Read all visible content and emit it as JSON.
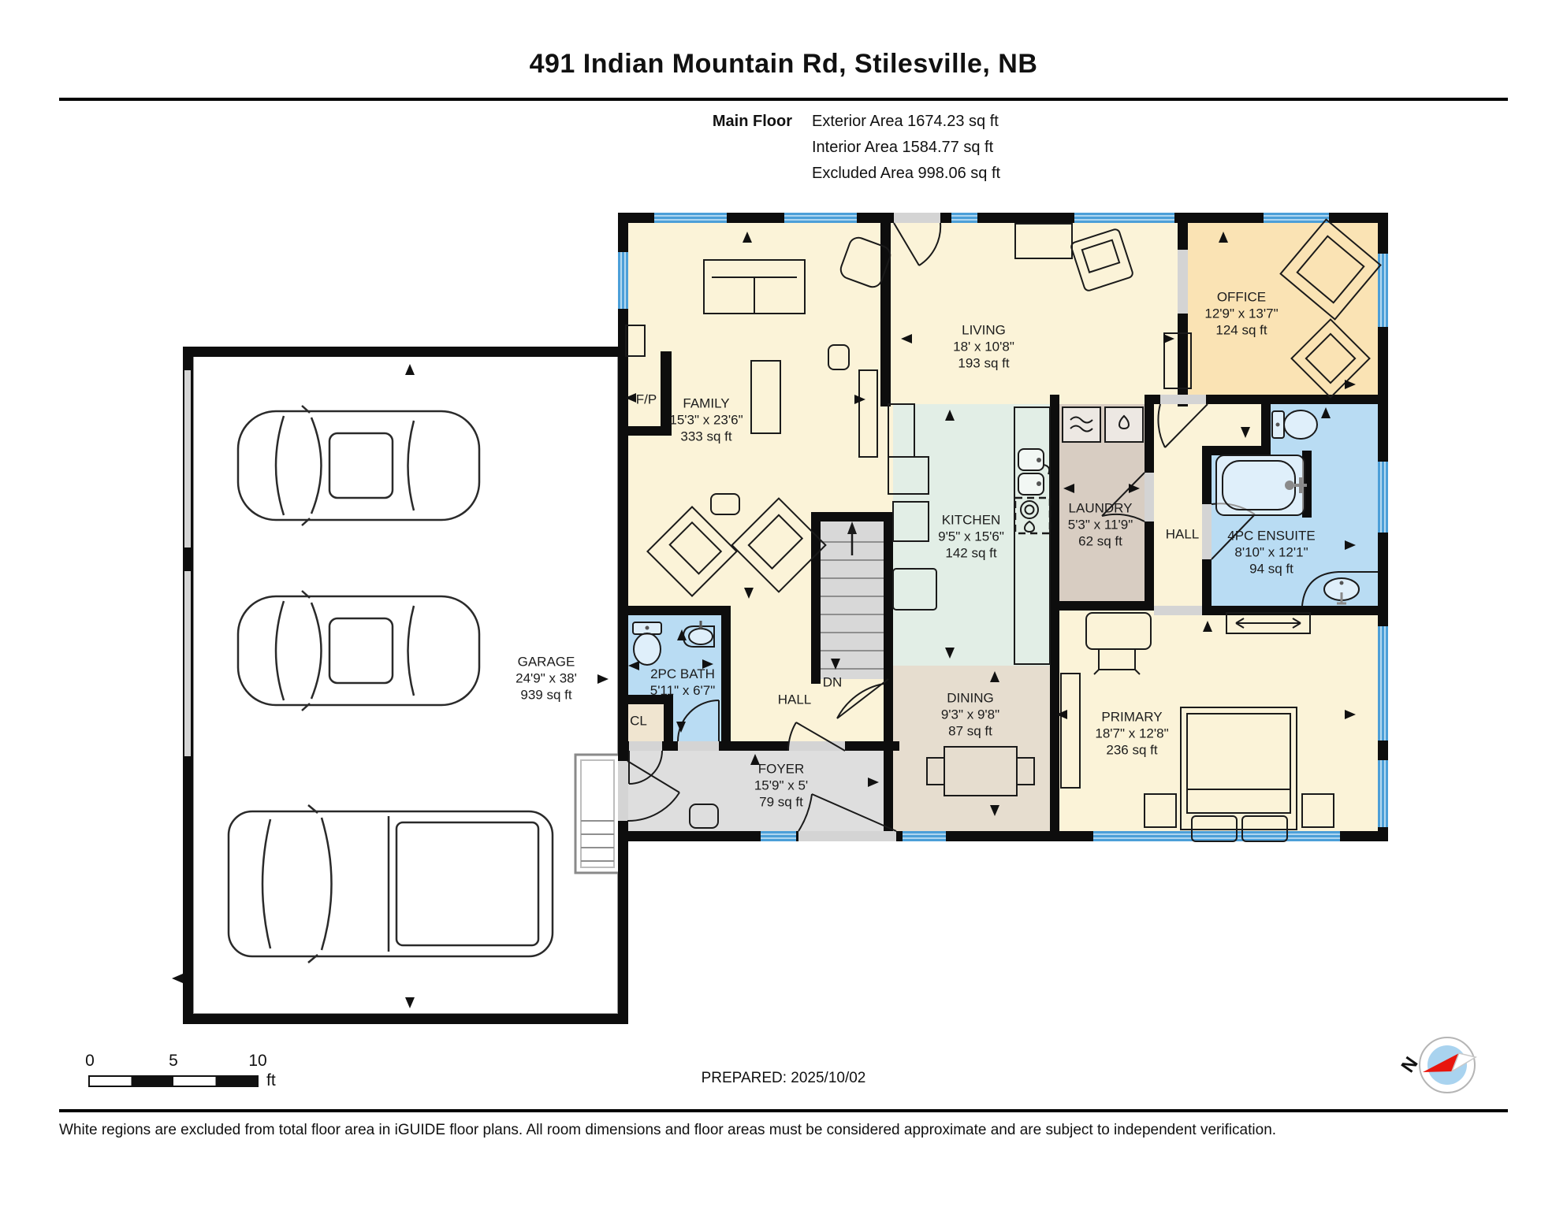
{
  "header": {
    "title": "491 Indian Mountain Rd, Stilesville, NB"
  },
  "stats": {
    "floor_label": "Main Floor",
    "lines": [
      "Exterior Area 1674.23 sq ft",
      "Interior Area 1584.77 sq ft",
      "Excluded Area 998.06 sq ft"
    ]
  },
  "rooms": {
    "family": {
      "name": "FAMILY",
      "dims": "15'3\" x 23'6\"",
      "area": "333 sq ft"
    },
    "living": {
      "name": "LIVING",
      "dims": "18' x 10'8\"",
      "area": "193 sq ft"
    },
    "office": {
      "name": "OFFICE",
      "dims": "12'9\" x 13'7\"",
      "area": "124 sq ft"
    },
    "kitchen": {
      "name": "KITCHEN",
      "dims": "9'5\" x 15'6\"",
      "area": "142 sq ft"
    },
    "laundry": {
      "name": "LAUNDRY",
      "dims": "5'3\" x 11'9\"",
      "area": "62 sq ft"
    },
    "hall_upper": {
      "name": "HALL"
    },
    "ensuite": {
      "name": "4PC ENSUITE",
      "dims": "8'10\" x 12'1\"",
      "area": "94 sq ft"
    },
    "primary": {
      "name": "PRIMARY",
      "dims": "18'7\" x 12'8\"",
      "area": "236 sq ft"
    },
    "dining": {
      "name": "DINING",
      "dims": "9'3\" x 9'8\"",
      "area": "87 sq ft"
    },
    "hall_lower": {
      "name": "HALL"
    },
    "bath": {
      "name": "2PC BATH",
      "dims": "5'11\" x 6'7\""
    },
    "closet": {
      "name": "CL"
    },
    "foyer": {
      "name": "FOYER",
      "dims": "15'9\" x 5'",
      "area": "79 sq ft"
    },
    "garage": {
      "name": "GARAGE",
      "dims": "24'9\" x 38'",
      "area": "939 sq ft"
    },
    "fireplace": {
      "name": "F/P"
    },
    "stairs": {
      "name": "DN"
    }
  },
  "scale_bar": {
    "ticks": [
      "0",
      "5",
      "10"
    ],
    "unit": "ft"
  },
  "compass": {
    "north_label": "N"
  },
  "footer": {
    "prepared": "PREPARED: 2025/10/02",
    "disclaimer": "White regions are excluded from total floor area in iGUIDE floor plans. All room dimensions and floor areas must be considered approximate and are subject to independent verification."
  },
  "colors": {
    "wall": "#0d0d0d",
    "cream_room": "#FBF3D8",
    "office_orange": "#FAE3B4",
    "kitchen_mint": "#E2EEE6",
    "laundry_taupe": "#D8CDC2",
    "dining_taupe": "#E6DDCF",
    "bath_blue": "#B9DCF3",
    "window_blue": "#4C9FD8",
    "foyer_gray": "#DEDEDE",
    "stairs_gray": "#D8D8D8",
    "closet_beige": "#F0E5D0",
    "compass_red": "#E8150D",
    "compass_blue": "#A9D3EF"
  }
}
